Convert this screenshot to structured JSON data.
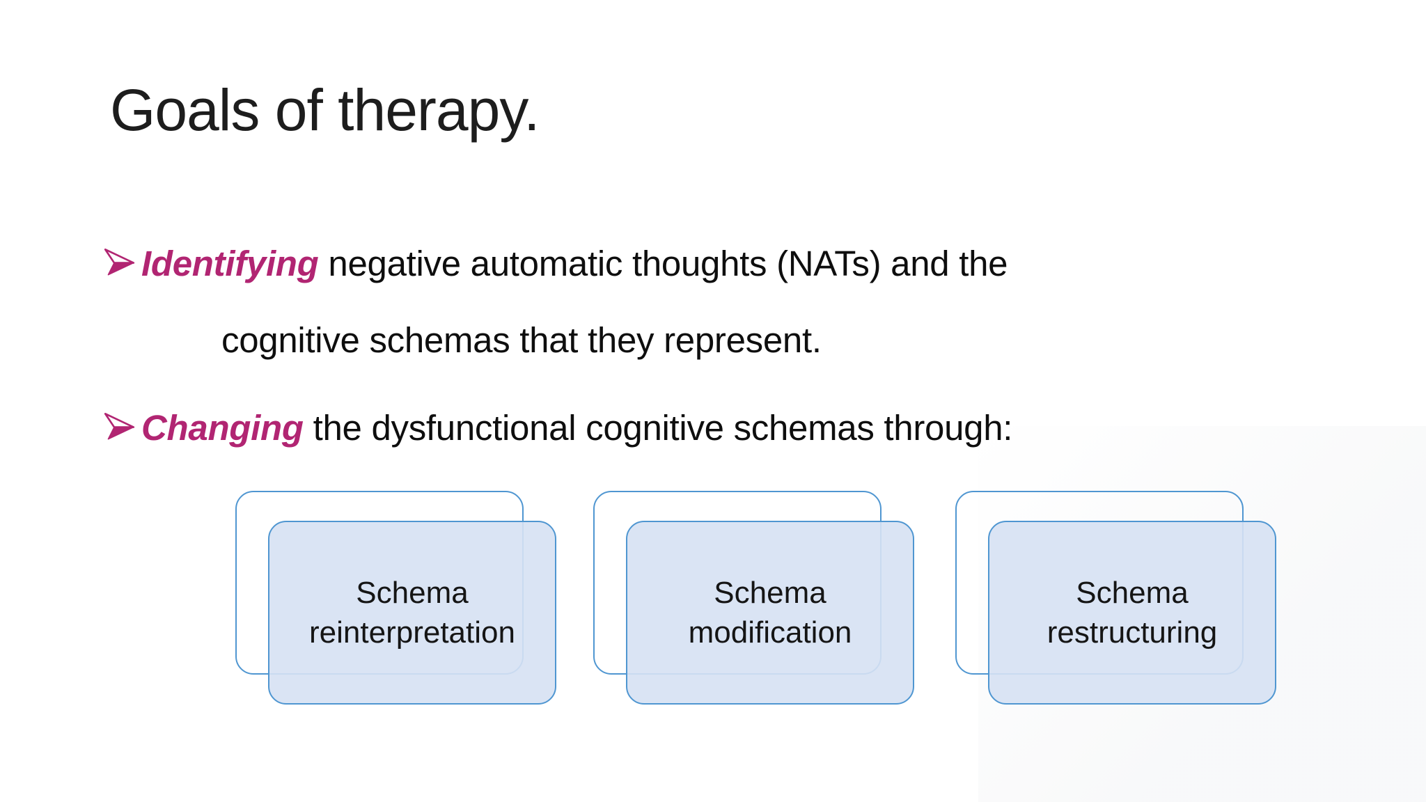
{
  "slide": {
    "title": "Goals of therapy.",
    "bullets": [
      {
        "bullet_icon": "arrowhead-bullet-icon",
        "keyword": "Identifying",
        "text_after_keyword": " negative automatic thoughts (NATs) and the",
        "line2": "cognitive schemas that they represent."
      },
      {
        "bullet_icon": "arrowhead-bullet-icon",
        "keyword": "Changing",
        "text_after_keyword": " the dysfunctional cognitive schemas through:"
      }
    ],
    "schema_boxes": [
      {
        "lines": [
          "Schema",
          "reinterpretation"
        ]
      },
      {
        "lines": [
          "Schema",
          "modification"
        ]
      },
      {
        "lines": [
          "Schema",
          "restructuring"
        ]
      }
    ],
    "colors": {
      "accent_magenta": "#b12572",
      "box_border_blue": "#4f96d1",
      "box_fill_blue": "#d9e3f4",
      "body_text": "#0e0e0e",
      "title_text": "#1d1d1d",
      "background": "#ffffff"
    }
  }
}
